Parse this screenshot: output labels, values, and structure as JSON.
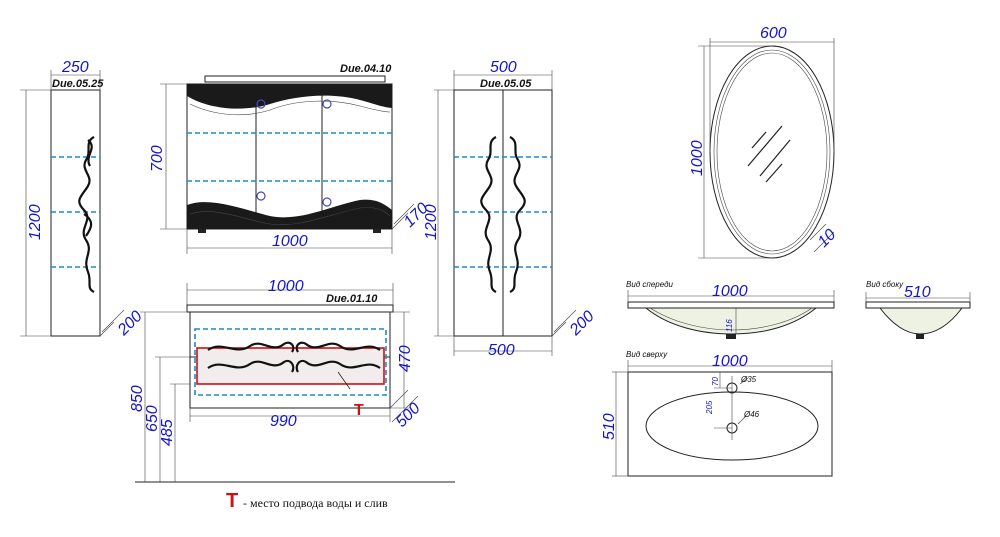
{
  "models": {
    "pencil_left": "Due.05.25",
    "mirror_cabinet": "Due.04.10",
    "pencil_right": "Due.05.05",
    "vanity": "Due.01.10"
  },
  "dimensions": {
    "pl_width": "250",
    "pl_height": "1200",
    "pl_depth": "200",
    "mc_height": "700",
    "mc_width": "1000",
    "mc_depth": "170",
    "pr_width": "500",
    "pr_height": "1200",
    "pr_bottom_width": "500",
    "pr_depth": "200",
    "v_top_width": "1000",
    "v_height": "470",
    "v_inner_width": "990",
    "v_depth": "500",
    "v_850": "850",
    "v_650": "650",
    "v_485": "485",
    "mirror_width": "600",
    "mirror_height": "1000",
    "mirror_depth": "10",
    "sink_front_width": "1000",
    "sink_front_116": "116",
    "sink_side_510": "510",
    "sink_top_width": "1000",
    "sink_top_depth": "510",
    "sink_top_70": "70",
    "sink_top_205": "205",
    "sink_hole_35": "Ø35",
    "sink_hole_46": "Ø46"
  },
  "view_labels": {
    "front": "Вид спереди",
    "side": "Вид сбоку",
    "top": "Вид сверху"
  },
  "legend": {
    "symbol": "T",
    "text": "- место подвода воды и слив"
  },
  "colors": {
    "dimension_text": "#1515c8",
    "shelf_dashes": "#1e88c8",
    "water_supply_zone": "#d01010"
  }
}
